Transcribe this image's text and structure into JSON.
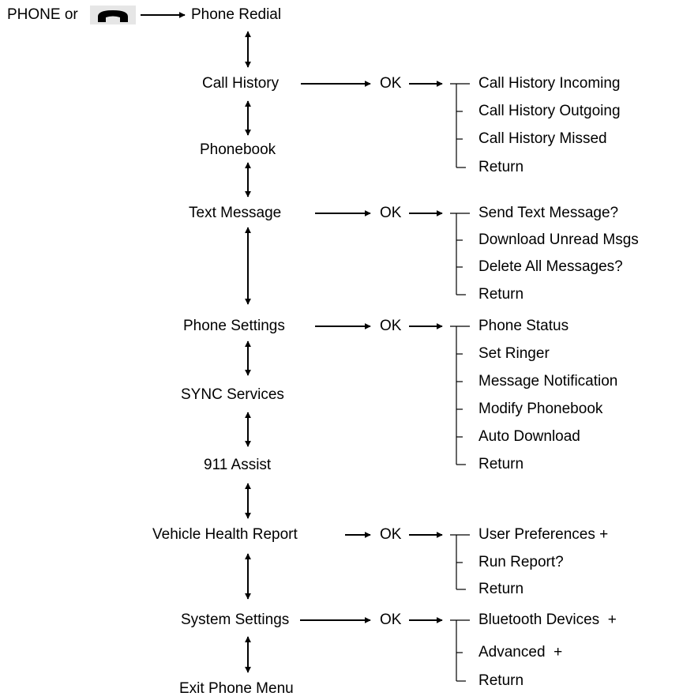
{
  "start": {
    "label": "PHONE or"
  },
  "icons": {
    "phone": "phone-handset-icon"
  },
  "menu": [
    {
      "label": "Phone Redial"
    },
    {
      "label": "Call History",
      "ok": "OK",
      "submenu": [
        "Call History Incoming",
        "Call History Outgoing",
        "Call History Missed",
        "Return"
      ]
    },
    {
      "label": "Phonebook"
    },
    {
      "label": "Text Message",
      "ok": "OK",
      "submenu": [
        "Send Text Message?",
        "Download Unread Msgs",
        "Delete All Messages?",
        "Return"
      ]
    },
    {
      "label": "Phone Settings",
      "ok": "OK",
      "submenu": [
        "Phone Status",
        "Set Ringer",
        "Message Notification",
        "Modify Phonebook",
        "Auto Download",
        "Return"
      ]
    },
    {
      "label": "SYNC Services"
    },
    {
      "label": "911 Assist"
    },
    {
      "label": "Vehicle Health Report",
      "ok": "OK",
      "submenu": [
        "User Preferences +",
        "Run Report?",
        "Return"
      ]
    },
    {
      "label": "System Settings",
      "ok": "OK",
      "submenu": [
        "Bluetooth Devices  +",
        "Advanced  +",
        "Return"
      ]
    },
    {
      "label": "Exit Phone Menu"
    }
  ],
  "colors": {
    "ink": "#000000",
    "icon_bg": "#e6e6e6"
  }
}
